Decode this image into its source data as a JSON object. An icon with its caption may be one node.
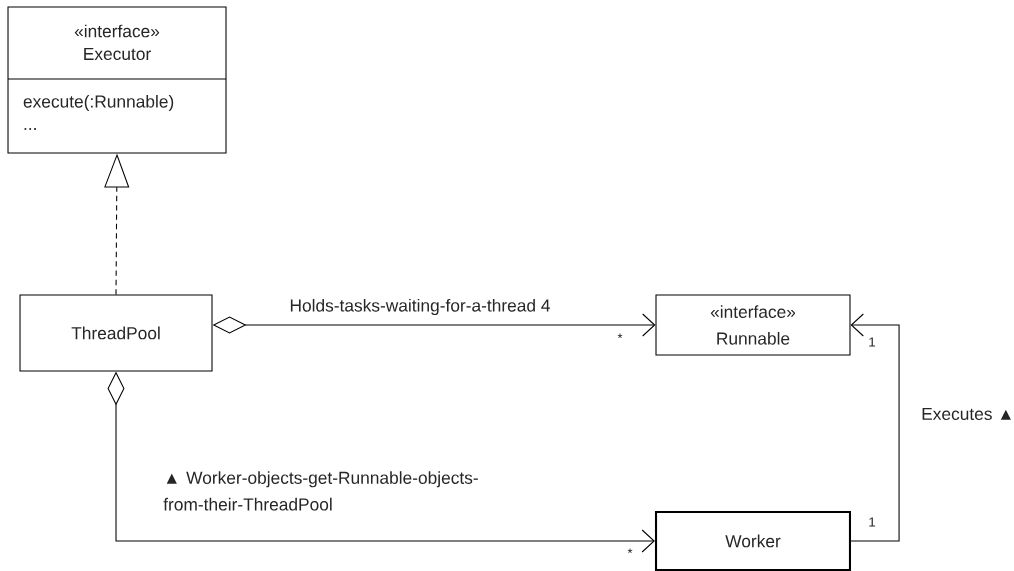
{
  "diagram": {
    "nodes": [
      {
        "text": [
          "«interface»",
          "Executor",
          "execute(:Runnable)",
          "..."
        ]
      },
      {
        "text": [
          "ThreadPool"
        ]
      },
      {
        "text": [
          "«interface»",
          "Runnable"
        ]
      },
      {
        "text": [
          "Worker"
        ]
      }
    ],
    "edges": [
      {
        "from": 1,
        "to": 0,
        "arrow": "to",
        "style": "dashed"
      },
      {
        "from": 1,
        "to": 2,
        "arrow": "to",
        "label": "Holds-tasks-waiting-for-a-thread  4"
      },
      {
        "from": 1,
        "to": 3,
        "arrow": "to",
        "label": "▲  Worker-objects-get-Runnable-objects-from-their-ThreadPool"
      },
      {
        "from": 3,
        "to": 2,
        "arrow": "to",
        "label": "Executes  ▲"
      }
    ],
    "labels": [
      "*",
      "1",
      "1",
      "*"
    ]
  }
}
